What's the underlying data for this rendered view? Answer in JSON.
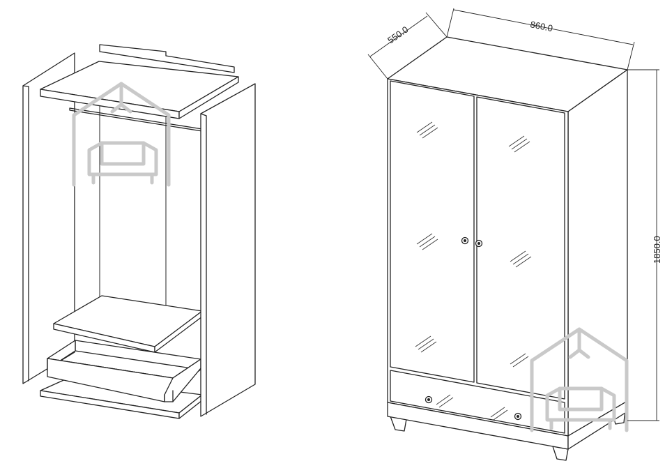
{
  "dimensions": {
    "depth": "550.0",
    "width": "860.0",
    "height": "1850.0"
  },
  "watermark_icon": "house-with-sofa-icon",
  "colors": {
    "line": "#222222",
    "watermark": "#c9c9c9",
    "background": "#ffffff"
  }
}
